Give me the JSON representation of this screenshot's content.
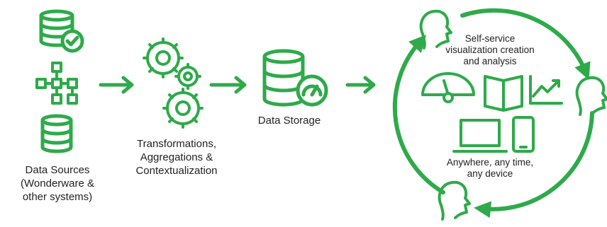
{
  "colors": {
    "accent": "#2eaa4a",
    "text": "#222222",
    "background": "#ffffff"
  },
  "stages": {
    "sources": {
      "lines": [
        "Data Sources",
        "(Wonderware &",
        "other systems)"
      ]
    },
    "transform": {
      "lines": [
        "Transformations,",
        "Aggregations &",
        "Contextualization"
      ]
    },
    "storage": {
      "lines": [
        "Data Storage"
      ]
    }
  },
  "cycle": {
    "top_text": [
      "Self-service",
      "visualization creation",
      "and analysis"
    ],
    "bottom_text": [
      "Anywhere, any time,",
      "any device"
    ]
  },
  "icons": [
    "database-sync-icon",
    "hierarchy-icon",
    "database-icon",
    "gears-icon",
    "database-gauge-icon",
    "user-head-icon",
    "gauge-icon",
    "open-book-icon",
    "line-chart-icon",
    "laptop-icon",
    "smartphone-icon"
  ]
}
